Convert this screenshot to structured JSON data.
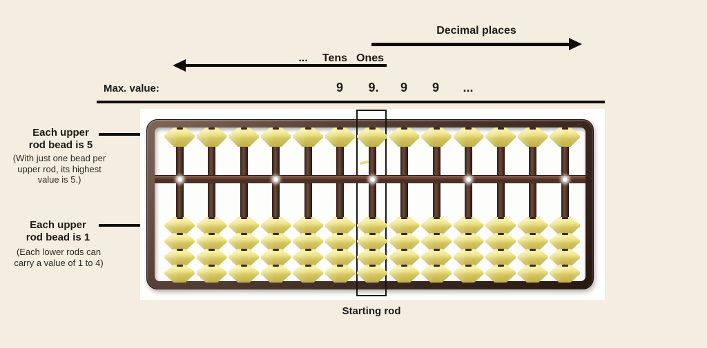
{
  "header": {
    "decimal_places_label": "Decimal places",
    "whole_ellipsis": "...",
    "tens_label": "Tens",
    "ones_label": "Ones",
    "max_value_label": "Max. value:",
    "max_values": [
      "9",
      "9.",
      "9",
      "9",
      "..."
    ]
  },
  "annotations": {
    "upper": {
      "title_line1": "Each upper",
      "title_line2": "rod bead is 5",
      "note_line1": "(With just one bead per",
      "note_line2": "upper rod, its highest",
      "note_line3": "value is 5.)"
    },
    "lower": {
      "title_line1": "Each upper",
      "title_line2": "rod bead is 1",
      "note_line1": "(Each lower rods can",
      "note_line2": "carry a value of 1 to 4)"
    },
    "starting_rod_label": "Starting rod"
  },
  "abacus": {
    "rod_count": 13,
    "upper_beads_per_rod": 1,
    "lower_beads_per_rod": 4,
    "unit_dot_rods": [
      1,
      4,
      7,
      10,
      13
    ],
    "starting_rod_index": 7,
    "bead_color": "#e9dd7d",
    "frame_color": "#3d2a22",
    "line_color": "#0e0d0b"
  }
}
